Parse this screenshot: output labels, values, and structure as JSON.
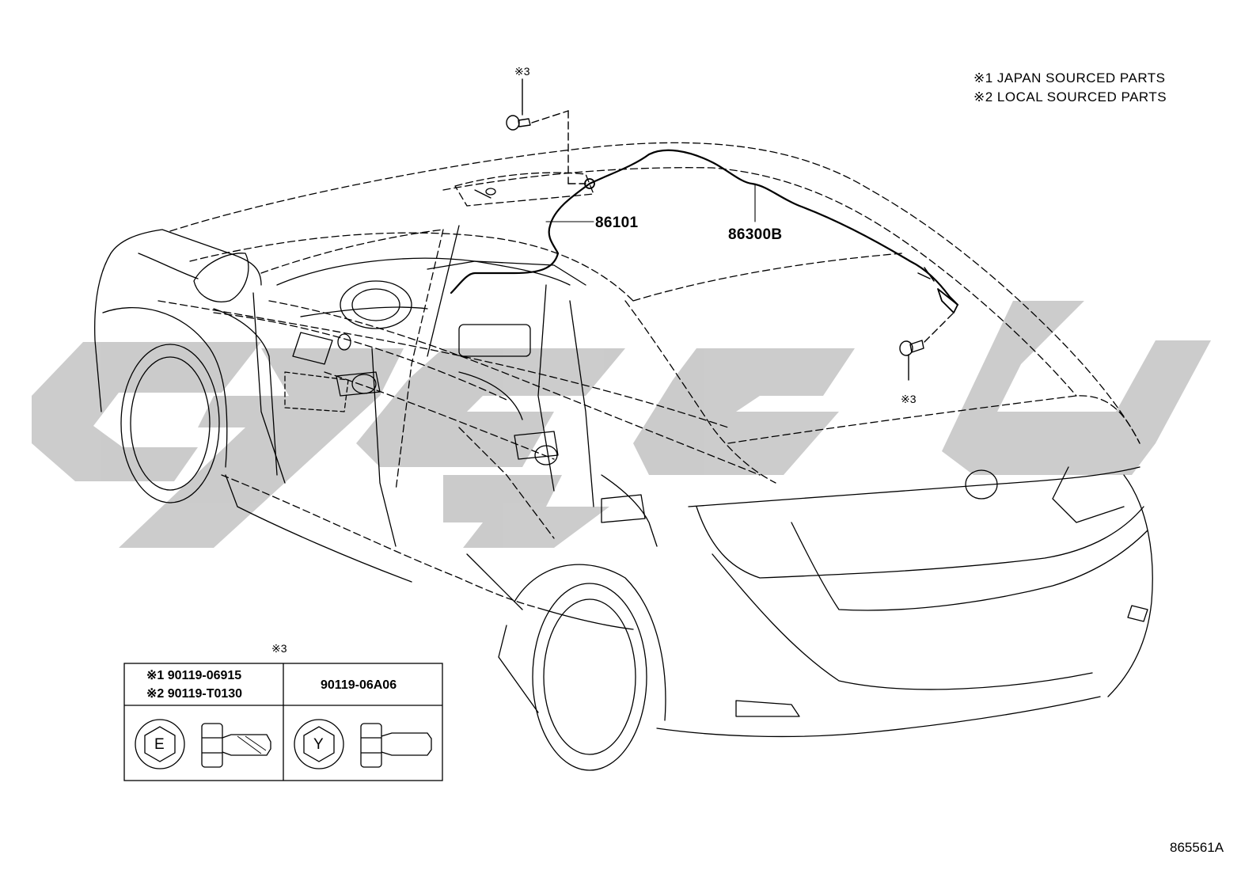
{
  "legend": {
    "line1": "※1 JAPAN SOURCED PARTS",
    "line2": "※2 LOCAL SOURCED PARTS"
  },
  "callouts": {
    "roof_bolt_mark": "※3",
    "rear_bolt_mark": "※3",
    "part_86101": "86101",
    "part_86300b": "86300B"
  },
  "table": {
    "header_mark": "※3",
    "col1_line1": "※1 90119-06915",
    "col1_line2": "※2 90119-T0130",
    "col2": "90119-06A06",
    "head_e": "E",
    "head_y": "Y"
  },
  "figure_id": "865561A",
  "colors": {
    "line": "#000000",
    "watermark": "#c8c8c8"
  }
}
